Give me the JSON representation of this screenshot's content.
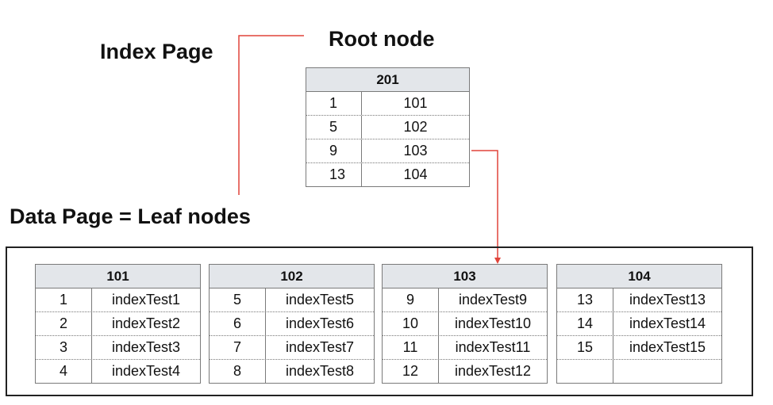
{
  "labels": {
    "index_page": "Index Page",
    "root_node": "Root node",
    "data_page": "Data Page = Leaf nodes"
  },
  "root": {
    "header": "201",
    "rows": [
      {
        "key": "1",
        "value": "101"
      },
      {
        "key": "5",
        "value": "102"
      },
      {
        "key": "9",
        "value": "103"
      },
      {
        "key": "13",
        "value": "104"
      }
    ]
  },
  "leaves": [
    {
      "header": "101",
      "rows": [
        {
          "key": "1",
          "value": "indexTest1"
        },
        {
          "key": "2",
          "value": "indexTest2"
        },
        {
          "key": "3",
          "value": "indexTest3"
        },
        {
          "key": "4",
          "value": "indexTest4"
        }
      ]
    },
    {
      "header": "102",
      "rows": [
        {
          "key": "5",
          "value": "indexTest5"
        },
        {
          "key": "6",
          "value": "indexTest6"
        },
        {
          "key": "7",
          "value": "indexTest7"
        },
        {
          "key": "8",
          "value": "indexTest8"
        }
      ]
    },
    {
      "header": "103",
      "rows": [
        {
          "key": "9",
          "value": "indexTest9"
        },
        {
          "key": "10",
          "value": "indexTest10"
        },
        {
          "key": "11",
          "value": "indexTest11"
        },
        {
          "key": "12",
          "value": "indexTest12"
        }
      ]
    },
    {
      "header": "104",
      "rows": [
        {
          "key": "13",
          "value": "indexTest13"
        },
        {
          "key": "14",
          "value": "indexTest14"
        },
        {
          "key": "15",
          "value": "indexTest15"
        },
        {
          "key": "",
          "value": ""
        }
      ]
    }
  ],
  "colors": {
    "connector": "#e0443a",
    "header_bg": "#e3e6ea",
    "border": "#7a7a7a"
  }
}
